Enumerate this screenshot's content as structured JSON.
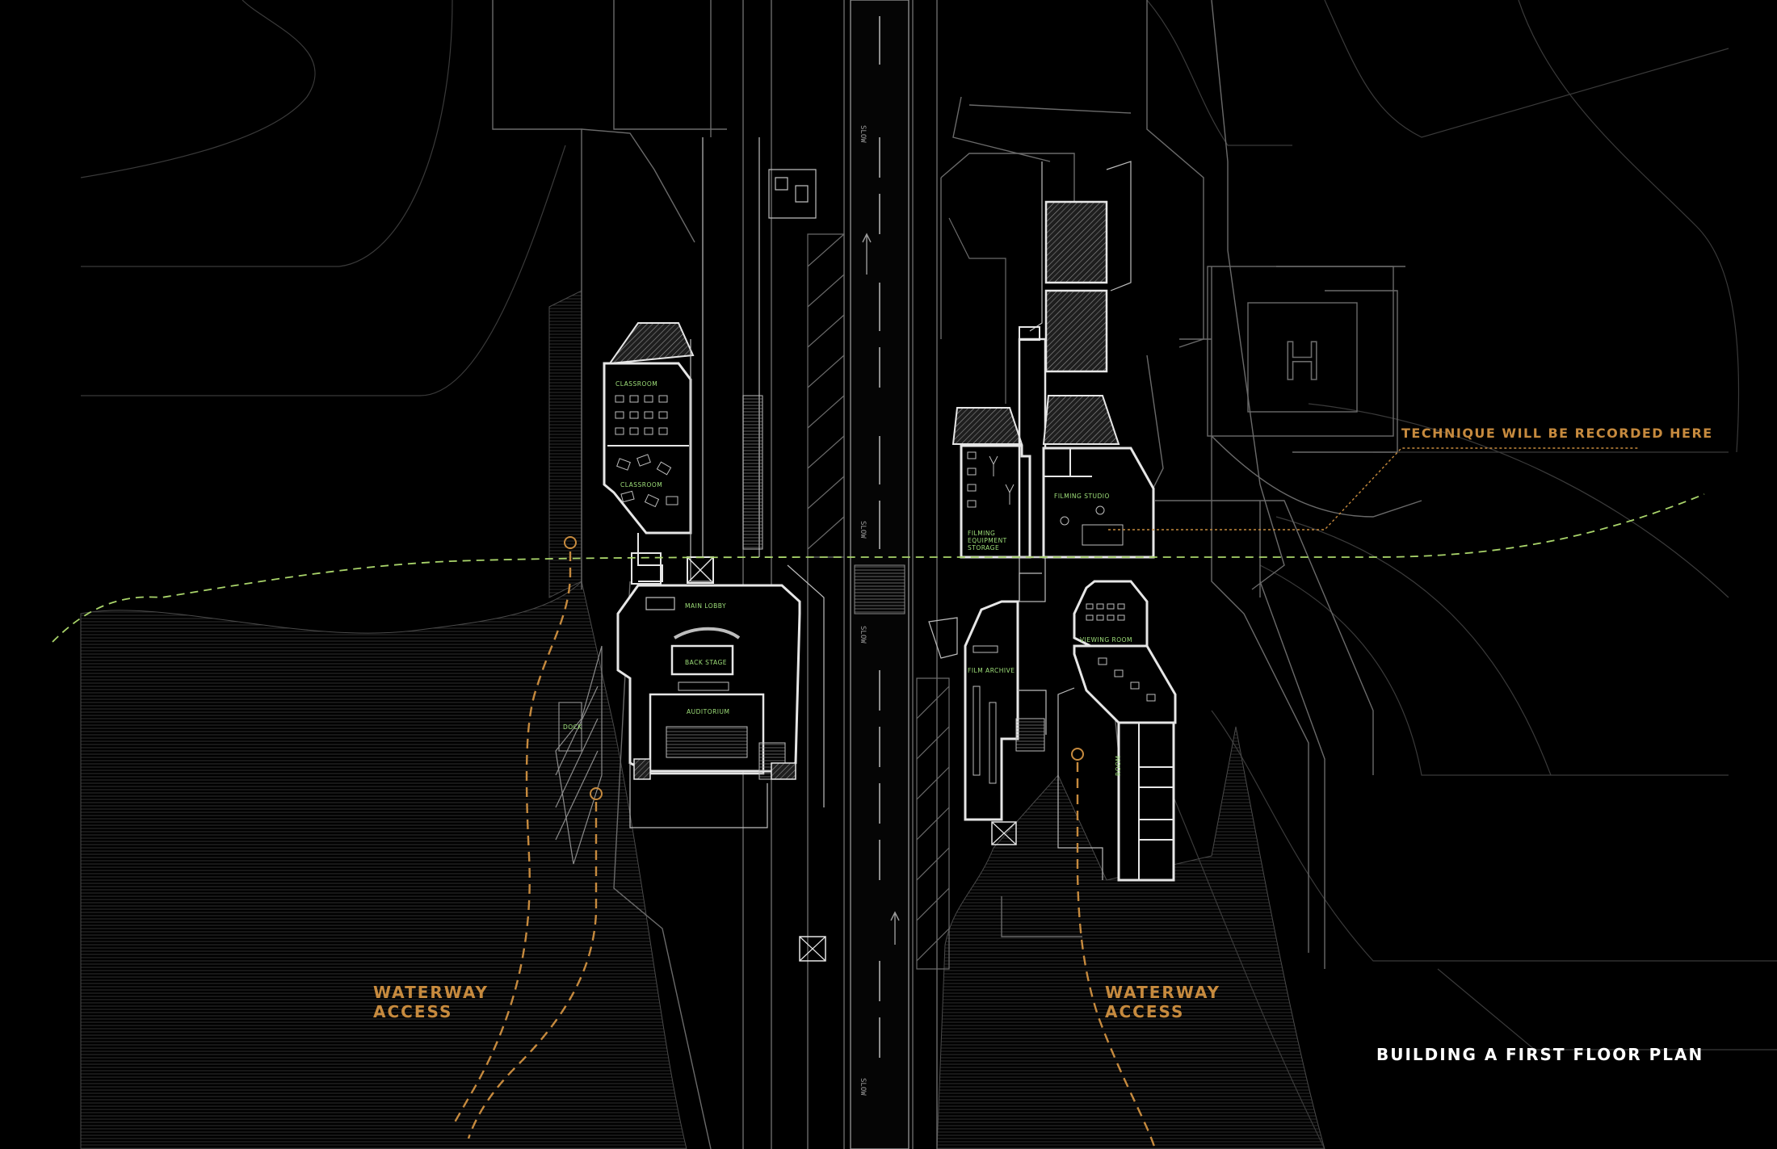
{
  "annotation": {
    "note": "TECHNIQUE WILL BE RECORDED HERE"
  },
  "waterway": {
    "left_line1": "WATERWAY",
    "left_line2": "ACCESS",
    "right_line1": "WATERWAY",
    "right_line2": "ACCESS"
  },
  "title": {
    "building": "BUILDING A",
    "plan": "FIRST FLOOR PLAN"
  },
  "rooms": {
    "classroom_1": "CLASSROOM",
    "classroom_2": "CLASSROOM",
    "main_lobby": "MAIN LOBBY",
    "back_stage": "BACK STAGE",
    "auditorium": "AUDITORIUM",
    "dock": "DOCK",
    "filming_equipment_1": "FILMING",
    "filming_equipment_2": "EQUIPMENT",
    "filming_equipment_3": "STORAGE",
    "filming_studio": "FILMING STUDIO",
    "viewing_room": "VIEWING ROOM",
    "film_archive": "FILM ARCHIVE",
    "office": "ROOM"
  },
  "road_markings": {
    "slow_1": "SLOW",
    "slow_2": "SLOW",
    "slow_3": "SLOW",
    "slow_4": "SLOW"
  },
  "helipad": {
    "letter": "H"
  },
  "colors": {
    "background": "#000000",
    "lines": "#8c8c8c",
    "accent_orange": "#c68a3e",
    "label_green": "#9fe07a",
    "path_green": "#a9d46a",
    "title_white": "#ffffff"
  }
}
